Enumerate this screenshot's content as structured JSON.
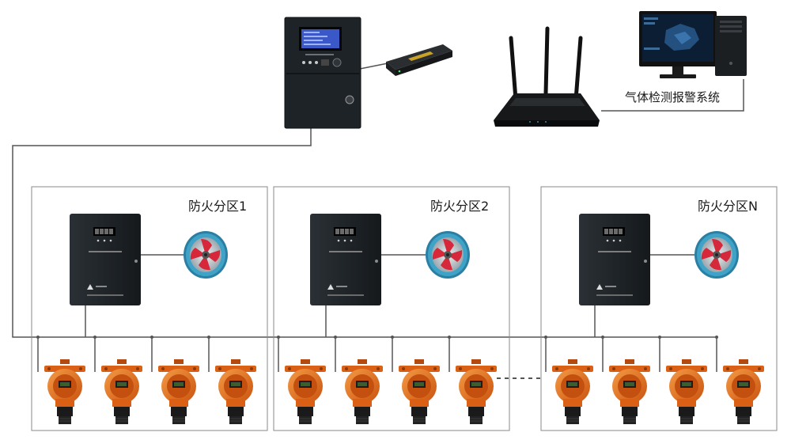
{
  "system_label": "气体检测报警系统",
  "zones": [
    {
      "label": "防火分区1"
    },
    {
      "label": "防火分区2"
    },
    {
      "label": "防火分区N"
    }
  ],
  "detectors_per_zone": 4,
  "colors": {
    "line": "#555555",
    "zone_border": "#8a8a8a",
    "cabinet": "#1c2125",
    "detector": "#e8701e",
    "fan_ring": "#3fa3c8",
    "fan_blade": "#d6283a"
  }
}
